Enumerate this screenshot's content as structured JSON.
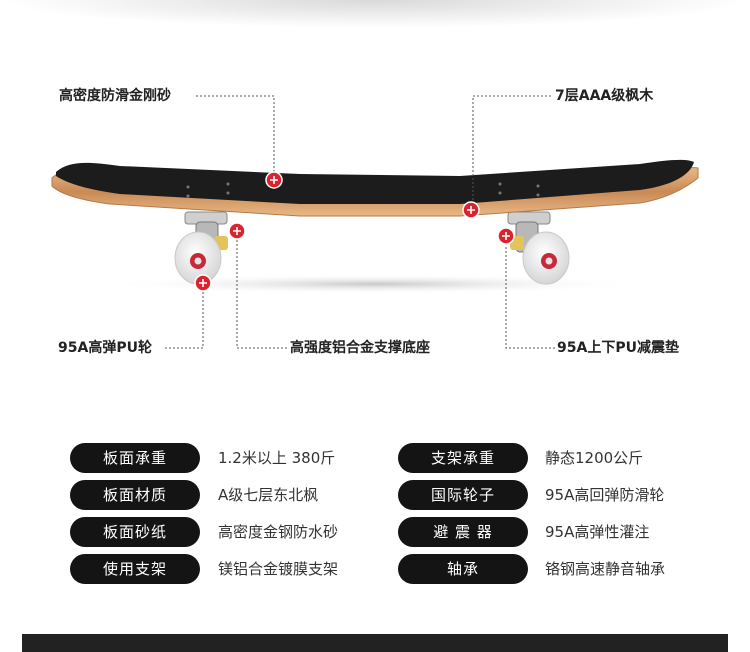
{
  "callouts": {
    "grip": "高密度防滑金刚砂",
    "maple": "7层AAA级枫木",
    "wheel": "95A高弹PU轮",
    "truck": "高强度铝合金支撑底座",
    "riser": "95A上下PU减震垫"
  },
  "specs": [
    {
      "label_left": "板面承重",
      "value_left": "1.2米以上 380斤",
      "label_right": "支架承重",
      "value_right": "静态1200公斤"
    },
    {
      "label_left": "板面材质",
      "value_left": "A级七层东北枫",
      "label_right": "国际轮子",
      "value_right": "95A高回弹防滑轮"
    },
    {
      "label_left": "板面砂纸",
      "value_left": "高密度金钢防水砂",
      "label_right": "避 震 器",
      "value_right": "95A高弹性灌注"
    },
    {
      "label_left": "使用支架",
      "value_left": "镁铝合金镀膜支架",
      "label_right": "轴承",
      "value_right": "铬钢高速静音轴承"
    }
  ],
  "colors": {
    "marker": "#d9232e",
    "pill": "#141414",
    "deck_grip": "#1c1c1c",
    "deck_edge": "#d8a070",
    "wheel": "#f4f4f4",
    "hub": "#c8283a"
  },
  "icons": [
    "plus-marker-icon"
  ]
}
